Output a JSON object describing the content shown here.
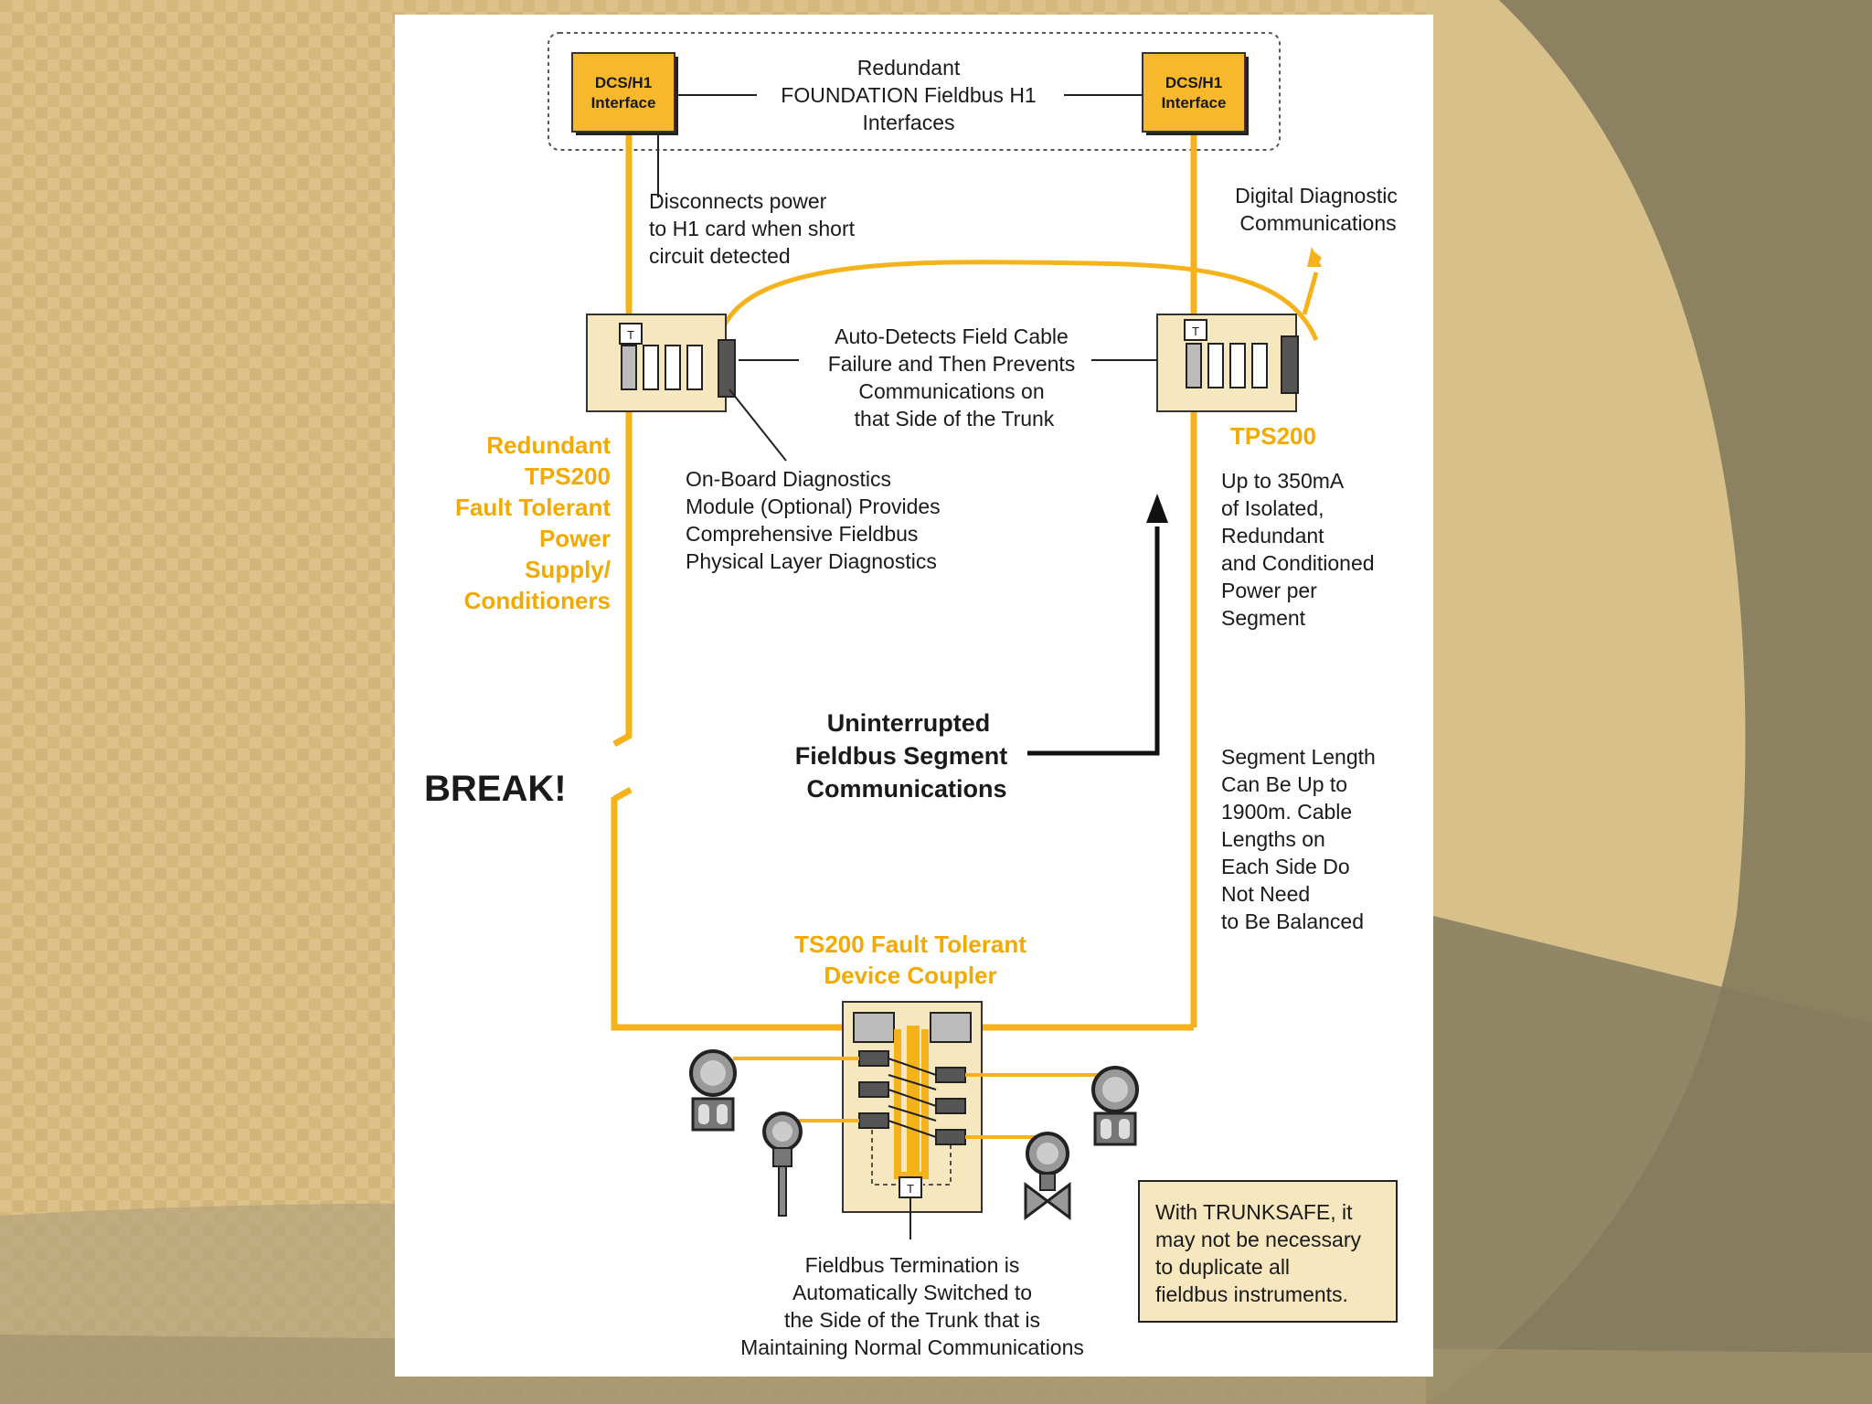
{
  "colors": {
    "cable": "#f5b21a",
    "module_fill": "#f6e7bf",
    "accent_text": "#f2a900",
    "background": "#d9bf86",
    "card": "#ffffff"
  },
  "interfaces": {
    "left_label": [
      "DCS/H1",
      "Interface"
    ],
    "right_label": [
      "DCS/H1",
      "Interface"
    ],
    "caption": [
      "Redundant",
      "FOUNDATION Fieldbus H1",
      "Interfaces"
    ]
  },
  "callouts": {
    "disconnect": [
      "Disconnects power",
      "to H1 card when short",
      "circuit detected"
    ],
    "digital_diag": [
      "Digital Diagnostic",
      "Communications"
    ],
    "auto_detect": [
      "Auto-Detects Field Cable",
      "Failure and Then Prevents",
      "Communications on",
      "that Side of the Trunk"
    ],
    "onboard": [
      "On-Board Diagnostics",
      "Module (Optional) Provides",
      "Comprehensive Fieldbus",
      "Physical Layer Diagnostics"
    ],
    "power_spec": [
      "Up to 350mA",
      "of Isolated,",
      "Redundant",
      "and Conditioned",
      "Power per",
      "Segment"
    ],
    "segment_length": [
      "Segment Length",
      "Can Be Up to",
      "1900m.  Cable",
      "Lengths on",
      "Each Side Do",
      "Not Need",
      "to Be Balanced"
    ],
    "termination": [
      "Fieldbus Termination is",
      "Automatically Switched to",
      "the Side of the Trunk that is",
      "Maintaining Normal Communications"
    ],
    "trunksafe_note": [
      "With TRUNKSAFE, it",
      "may not be necessary",
      "to duplicate all",
      "fieldbus instruments."
    ]
  },
  "labels": {
    "redundant_tps": [
      "Redundant",
      "TPS200",
      "Fault Tolerant",
      "Power",
      "Supply/",
      "Conditioners"
    ],
    "tps200": "TPS200",
    "break": "BREAK!",
    "uninterrupted": [
      "Uninterrupted",
      "Fieldbus Segment",
      "Communications"
    ],
    "coupler": [
      "TS200 Fault Tolerant",
      "Device Coupler"
    ],
    "terminator": "T"
  }
}
